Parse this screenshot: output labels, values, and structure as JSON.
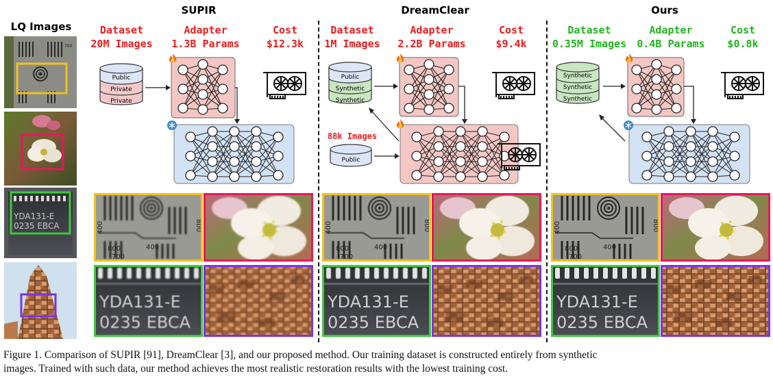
{
  "lq_title": "LQ Images",
  "methods": [
    {
      "title": "SUPIR",
      "dataset_label": "Dataset",
      "dataset_value": "20M Images",
      "adapter_label": "Adapter",
      "adapter_value": "1.3B Params",
      "cost_label": "Cost",
      "cost_value": "$12.3k",
      "db_rows": [
        "Public",
        "Private",
        "Private"
      ]
    },
    {
      "title": "DreamClear",
      "dataset_label": "Dataset",
      "dataset_value": "1M Images",
      "adapter_label": "Adapter",
      "adapter_value": "2.2B Params",
      "cost_label": "Cost",
      "cost_value": "$9.4k",
      "db_rows": [
        "Public",
        "Synthetic",
        "Synthetic"
      ],
      "extra_label": "88k Images",
      "extra_db_rows": [
        "Public"
      ]
    },
    {
      "title": "Ours",
      "dataset_label": "Dataset",
      "dataset_value": "0.35M Images",
      "adapter_label": "Adapter",
      "adapter_value": "0.4B Params",
      "cost_label": "Cost",
      "cost_value": "$0.8k",
      "db_rows": [
        "Synthetic",
        "Synthetic",
        "Synthetic"
      ]
    }
  ],
  "image_text": {
    "chip_line1": "YDA131-E",
    "chip_line2": "0235 EBCA",
    "chart_top_left": "400",
    "chart_top_right": "700",
    "chart_bottom_left": "800",
    "chart_bottom_mid": "400",
    "chart_bottom_sub": "700",
    "chart_right": "800"
  },
  "colors": {
    "red_accent": "#ee1c1c",
    "green_accent": "#22b41e",
    "crop_yellow": "#f2c21c",
    "crop_pink": "#e8175d",
    "crop_green": "#3dcb3b",
    "crop_purple": "#7a33e8"
  },
  "caption": {
    "line1": "Figure 1. Comparison of SUPIR [91], DreamClear [3], and our proposed method. Our training dataset is constructed entirely from synthetic",
    "line2": "images. Trained with such data, our method achieves the most realistic restoration results with the lowest training cost."
  }
}
